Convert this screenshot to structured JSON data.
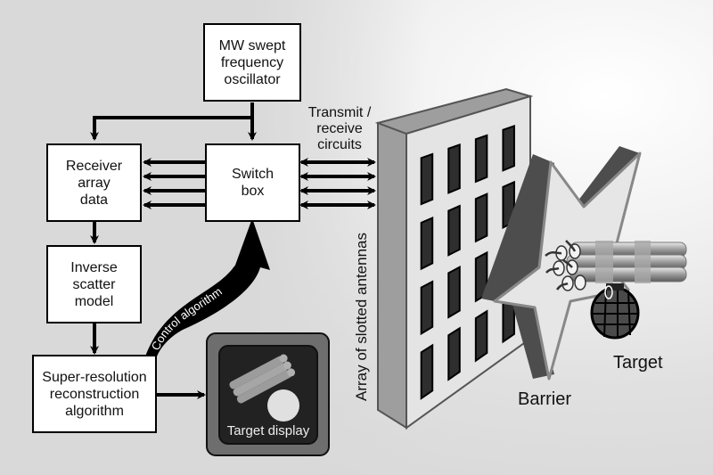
{
  "diagram": {
    "title": "Microwave through-barrier imaging system",
    "blocks": {
      "oscillator": "MW swept\nfrequency\noscillator",
      "receiver": "Receiver\narray\ndata",
      "switch": "Switch\nbox",
      "inverse": "Inverse\nscatter\nmodel",
      "superres": "Super-resolution\nreconstruction\nalgorithm"
    },
    "labels": {
      "transmit_receive": "Transmit /\nreceive\ncircuits",
      "control_algorithm": "Control algorithm",
      "target_display": "Target display",
      "antenna_array": "Array of slotted antennas",
      "barrier": "Barrier",
      "target": "Target"
    },
    "connections": [
      {
        "from": "oscillator",
        "to": "switch"
      },
      {
        "from": "oscillator",
        "to": "receiver"
      },
      {
        "from": "switch",
        "to": "receiver",
        "count": 4
      },
      {
        "from": "switch",
        "to": "antenna_array",
        "count": 4,
        "bidirectional": true
      },
      {
        "from": "receiver",
        "to": "inverse"
      },
      {
        "from": "inverse",
        "to": "superres"
      },
      {
        "from": "superres",
        "to": "switch",
        "label": "Control algorithm"
      },
      {
        "from": "superres",
        "to": "target_display"
      }
    ],
    "antenna_slots": {
      "rows": 4,
      "cols": 4
    }
  }
}
